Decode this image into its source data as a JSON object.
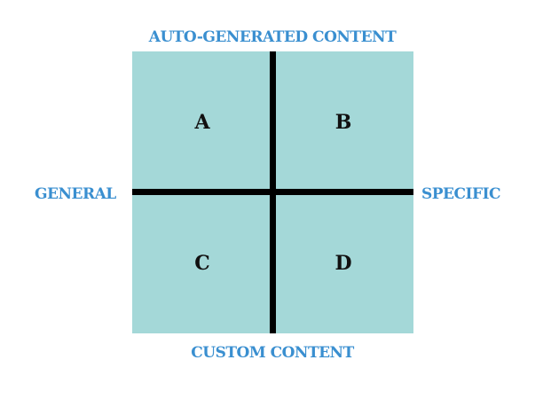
{
  "colors": {
    "label": "#3a8fd0",
    "quadrant_fill": "#a4d8d8",
    "divider": "#000000"
  },
  "axes": {
    "top": "AUTO-GENERATED CONTENT",
    "bottom": "CUSTOM CONTENT",
    "left": "GENERAL",
    "right": "SPECIFIC"
  },
  "quadrants": [
    {
      "label": "A"
    },
    {
      "label": "B"
    },
    {
      "label": "C"
    },
    {
      "label": "D"
    }
  ]
}
